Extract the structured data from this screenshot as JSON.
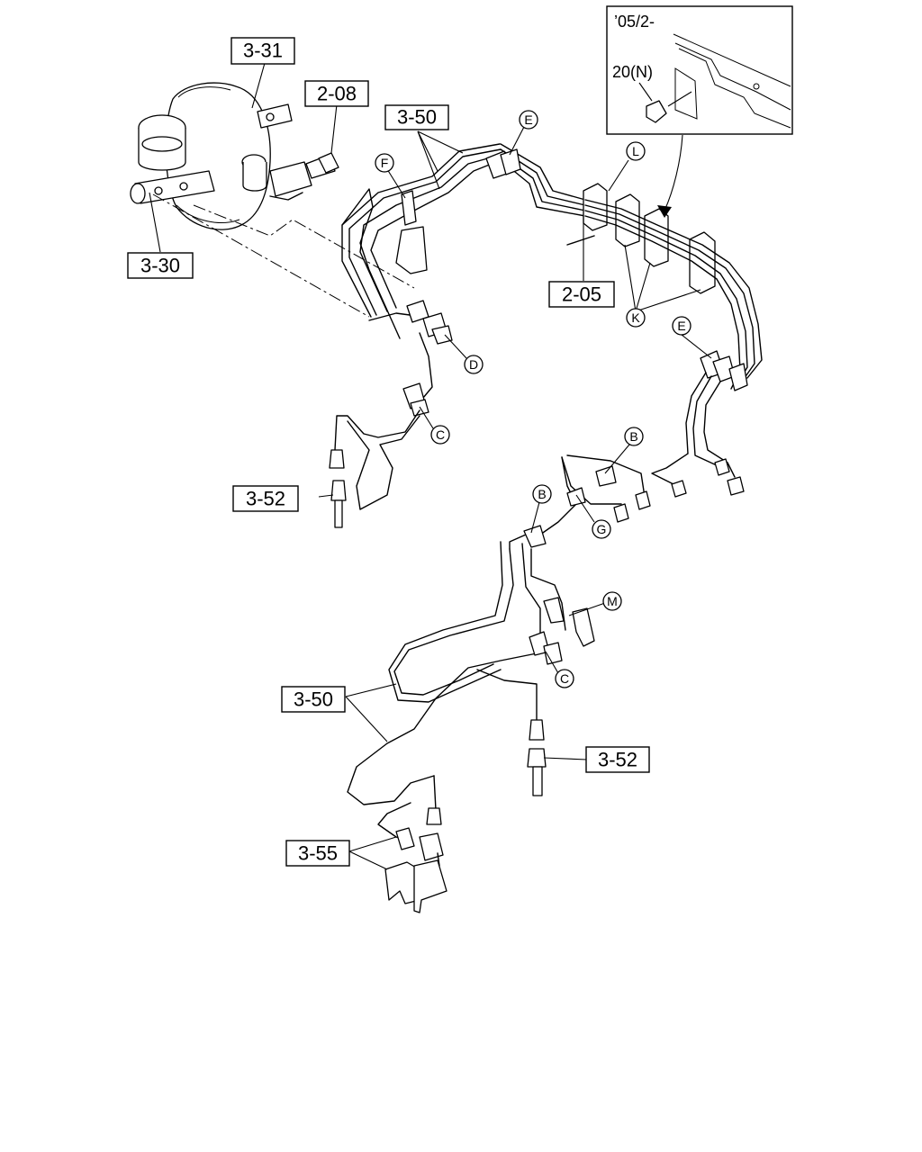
{
  "diagram": {
    "callouts": [
      "3-31",
      "2-08",
      "3-30",
      "3-50",
      "2-05",
      "3-52",
      "3-52",
      "3-50",
      "3-55"
    ],
    "circle_labels": [
      "E",
      "F",
      "L",
      "D",
      "C",
      "K",
      "E",
      "B",
      "B",
      "G",
      "M",
      "C"
    ],
    "inset": {
      "date_label": "’05/2-",
      "part_label": "20(N)"
    }
  }
}
